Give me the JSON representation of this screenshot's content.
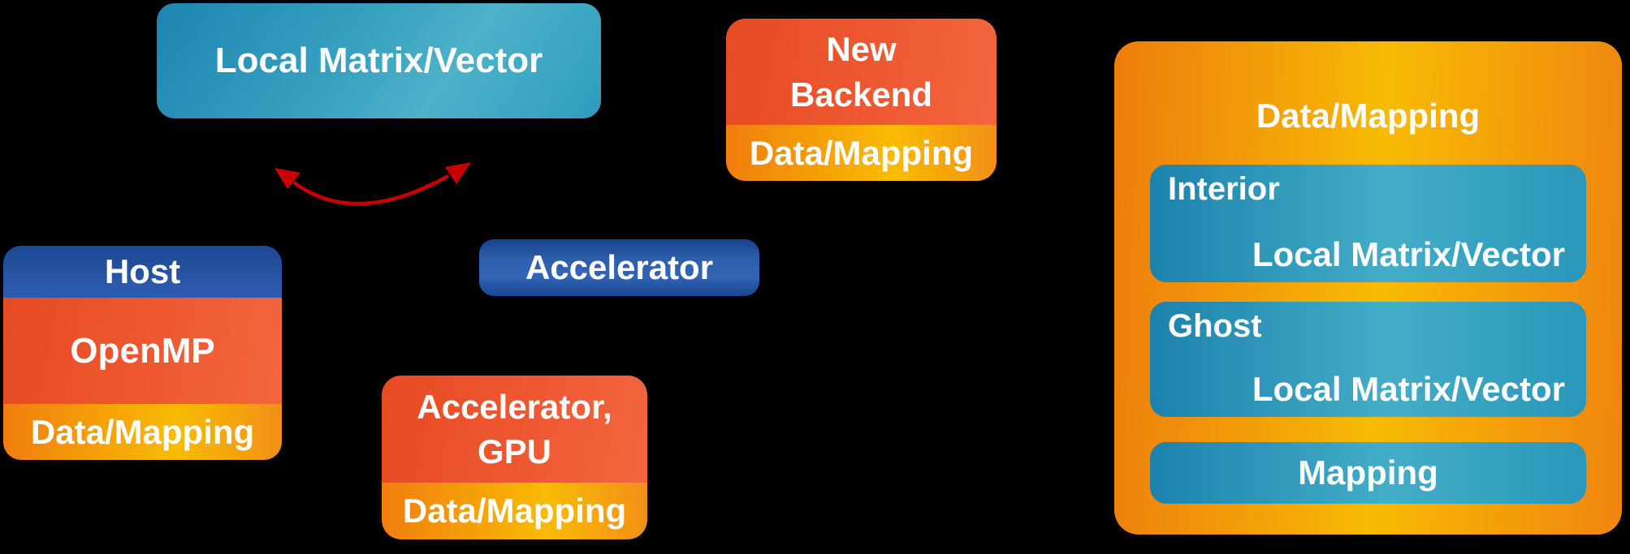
{
  "diagram": {
    "background": "#000000",
    "text_color": "#ffffff",
    "colors": {
      "teal": "#2f9cbe",
      "teal_light": "#4db2c9",
      "dark_blue": "#2e5dae",
      "red_orange": "#e64b22",
      "orange_gold": "#f8bb04",
      "arrow_red": "#c90000"
    },
    "boxes": {
      "local_matrix_vector": {
        "label": "Local Matrix/Vector"
      },
      "new_backend": {
        "line1": "New",
        "line2": "Backend",
        "footer": "Data/Mapping"
      },
      "host": {
        "header": "Host",
        "body": "OpenMP",
        "footer": "Data/Mapping"
      },
      "accelerator": {
        "label": "Accelerator"
      },
      "accelerator_gpu": {
        "line1": "Accelerator,",
        "line2": "GPU",
        "footer": "Data/Mapping"
      },
      "data_mapping_container": {
        "title": "Data/Mapping",
        "interior": {
          "title": "Interior",
          "label": "Local Matrix/Vector"
        },
        "ghost": {
          "title": "Ghost",
          "label": "Local Matrix/Vector"
        },
        "mapping": {
          "label": "Mapping"
        }
      }
    },
    "arrow": {
      "name": "curved-double-headed-arrow",
      "color": "#c90000"
    }
  }
}
